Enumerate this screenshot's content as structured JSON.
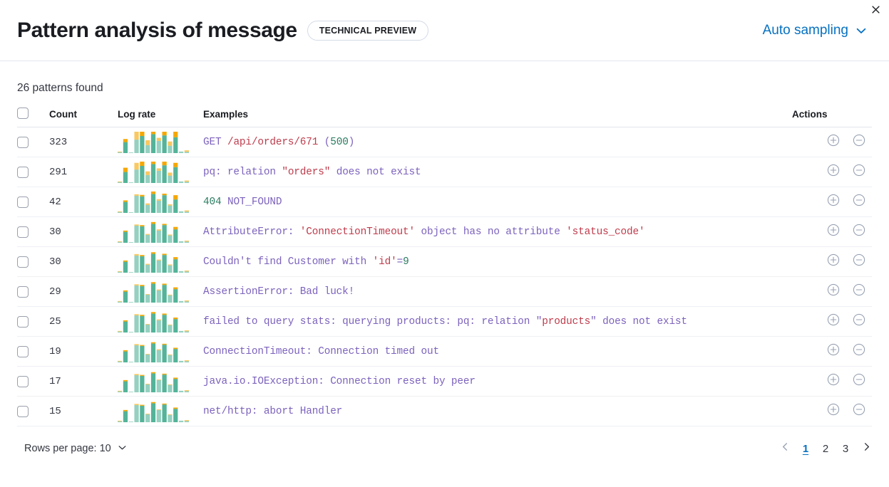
{
  "header": {
    "title": "Pattern analysis of message",
    "badge": "TECHNICAL PREVIEW",
    "sampling_label": "Auto sampling",
    "chevron_icon": "chevron-down-icon",
    "close_icon": "close-icon"
  },
  "summary": {
    "patterns_found": "26 patterns found"
  },
  "table": {
    "columns": {
      "select": "",
      "count": "Count",
      "log_rate": "Log rate",
      "examples": "Examples",
      "actions": "Actions"
    },
    "rows": [
      {
        "count": "323",
        "example_plain": "GET /api/orders/671 (500)",
        "tokens": [
          {
            "t": "GET ",
            "c": "p"
          },
          {
            "t": "/api/orders/671",
            "c": "r"
          },
          {
            "t": " (",
            "c": "p"
          },
          {
            "t": "500",
            "c": "g"
          },
          {
            "t": ")",
            "c": "p"
          }
        ],
        "spark": {
          "base": [
            3,
            36,
            2,
            44,
            56,
            26,
            62,
            40,
            58,
            24,
            52,
            5,
            4
          ],
          "accent": [
            2,
            10,
            0,
            34,
            22,
            16,
            28,
            10,
            24,
            14,
            34,
            0,
            5
          ],
          "dim": [
            1,
            0,
            1,
            1,
            0,
            1,
            0,
            1,
            0,
            1,
            0,
            1,
            1
          ]
        }
      },
      {
        "count": "291",
        "example_plain": "pq: relation \"orders\" does not exist",
        "tokens": [
          {
            "t": "pq: relation ",
            "c": "p"
          },
          {
            "t": "\"orders\"",
            "c": "r"
          },
          {
            "t": " does not exist",
            "c": "p"
          }
        ],
        "spark": {
          "base": [
            3,
            36,
            2,
            44,
            56,
            26,
            62,
            40,
            58,
            24,
            52,
            5,
            4
          ],
          "accent": [
            2,
            14,
            0,
            22,
            20,
            12,
            20,
            8,
            18,
            10,
            14,
            0,
            4
          ],
          "dim": [
            1,
            0,
            1,
            1,
            0,
            1,
            0,
            1,
            0,
            1,
            0,
            1,
            1
          ]
        }
      },
      {
        "count": "42",
        "example_plain": "404 NOT_FOUND",
        "tokens": [
          {
            "t": "404",
            "c": "g"
          },
          {
            "t": " NOT_FOUND",
            "c": "p"
          }
        ],
        "spark": {
          "base": [
            3,
            36,
            2,
            56,
            54,
            26,
            62,
            40,
            58,
            24,
            44,
            5,
            4
          ],
          "accent": [
            2,
            5,
            0,
            5,
            5,
            5,
            9,
            5,
            5,
            4,
            14,
            0,
            4
          ],
          "dim": [
            1,
            0,
            1,
            1,
            0,
            1,
            0,
            1,
            0,
            1,
            0,
            1,
            1
          ]
        }
      },
      {
        "count": "30",
        "example_plain": "AttributeError: 'ConnectionTimeout' object has no attribute 'status_code'",
        "tokens": [
          {
            "t": "AttributeError: ",
            "c": "p"
          },
          {
            "t": "'ConnectionTimeout'",
            "c": "r"
          },
          {
            "t": " object has no attribute ",
            "c": "p"
          },
          {
            "t": "'status_code'",
            "c": "r"
          }
        ],
        "spark": {
          "base": [
            3,
            36,
            2,
            56,
            54,
            26,
            62,
            40,
            58,
            24,
            44,
            5,
            4
          ],
          "accent": [
            2,
            4,
            0,
            4,
            4,
            3,
            6,
            4,
            4,
            3,
            8,
            0,
            3
          ],
          "dim": [
            1,
            0,
            1,
            1,
            0,
            1,
            0,
            1,
            0,
            1,
            0,
            1,
            1
          ]
        }
      },
      {
        "count": "30",
        "example_plain": "Couldn't find Customer with 'id'=9",
        "tokens": [
          {
            "t": "Couldn't find Customer with ",
            "c": "p"
          },
          {
            "t": "'id'",
            "c": "r"
          },
          {
            "t": "=",
            "c": "p"
          },
          {
            "t": "9",
            "c": "g"
          }
        ],
        "spark": {
          "base": [
            3,
            36,
            2,
            56,
            54,
            26,
            62,
            40,
            58,
            24,
            44,
            5,
            4
          ],
          "accent": [
            2,
            4,
            0,
            5,
            4,
            3,
            5,
            3,
            4,
            3,
            7,
            0,
            3
          ],
          "dim": [
            1,
            0,
            1,
            1,
            0,
            1,
            0,
            1,
            0,
            1,
            0,
            1,
            1
          ]
        }
      },
      {
        "count": "29",
        "example_plain": "AssertionError: Bad luck!",
        "tokens": [
          {
            "t": "AssertionError: Bad luck!",
            "c": "p"
          }
        ],
        "spark": {
          "base": [
            3,
            36,
            2,
            56,
            54,
            26,
            62,
            40,
            58,
            24,
            44,
            5,
            4
          ],
          "accent": [
            2,
            4,
            0,
            4,
            4,
            2,
            5,
            3,
            4,
            2,
            6,
            0,
            3
          ],
          "dim": [
            1,
            0,
            1,
            1,
            0,
            1,
            0,
            1,
            0,
            1,
            0,
            1,
            1
          ]
        }
      },
      {
        "count": "25",
        "example_plain": "failed to query stats: querying products: pq: relation \"products\" does not exist",
        "tokens": [
          {
            "t": "failed to query stats: querying products: pq: relation ",
            "c": "p"
          },
          {
            "t": "\"",
            "c": "p"
          },
          {
            "t": "products",
            "c": "r"
          },
          {
            "t": "\"",
            "c": "p"
          },
          {
            "t": " does not exist",
            "c": "p"
          }
        ],
        "spark": {
          "base": [
            3,
            36,
            2,
            56,
            54,
            26,
            62,
            40,
            58,
            24,
            44,
            5,
            4
          ],
          "accent": [
            2,
            4,
            0,
            4,
            4,
            2,
            5,
            3,
            4,
            2,
            5,
            0,
            3
          ],
          "dim": [
            1,
            0,
            1,
            1,
            0,
            1,
            0,
            1,
            0,
            1,
            0,
            1,
            1
          ]
        }
      },
      {
        "count": "19",
        "example_plain": "ConnectionTimeout: Connection timed out",
        "tokens": [
          {
            "t": "ConnectionTimeout: Connection timed out",
            "c": "p"
          }
        ],
        "spark": {
          "base": [
            3,
            36,
            2,
            56,
            54,
            26,
            62,
            40,
            58,
            24,
            44,
            5,
            4
          ],
          "accent": [
            2,
            4,
            0,
            4,
            3,
            2,
            4,
            3,
            3,
            2,
            4,
            0,
            3
          ],
          "dim": [
            1,
            0,
            1,
            1,
            0,
            1,
            0,
            1,
            0,
            1,
            0,
            1,
            1
          ]
        }
      },
      {
        "count": "17",
        "example_plain": "java.io.IOException: Connection reset by peer",
        "tokens": [
          {
            "t": "java.io.IOException: Connection reset by peer",
            "c": "p"
          }
        ],
        "spark": {
          "base": [
            3,
            36,
            2,
            56,
            54,
            26,
            62,
            40,
            58,
            24,
            44,
            5,
            4
          ],
          "accent": [
            2,
            4,
            0,
            4,
            3,
            2,
            4,
            2,
            3,
            2,
            4,
            0,
            3
          ],
          "dim": [
            1,
            0,
            1,
            1,
            0,
            1,
            0,
            1,
            0,
            1,
            0,
            1,
            1
          ]
        }
      },
      {
        "count": "15",
        "example_plain": "net/http: abort Handler",
        "tokens": [
          {
            "t": "net/http: abort Handler",
            "c": "p"
          }
        ],
        "spark": {
          "base": [
            3,
            36,
            2,
            56,
            54,
            26,
            62,
            40,
            58,
            24,
            44,
            5,
            4
          ],
          "accent": [
            2,
            4,
            0,
            4,
            3,
            2,
            4,
            2,
            3,
            2,
            4,
            0,
            3
          ],
          "dim": [
            1,
            0,
            1,
            1,
            0,
            1,
            0,
            1,
            0,
            1,
            0,
            1,
            1
          ]
        }
      }
    ],
    "row_action_add_icon": "plus-in-circle-icon",
    "row_action_remove_icon": "minus-in-circle-icon"
  },
  "footer": {
    "rows_per_page_label": "Rows per page: 10",
    "rows_per_page_chevron": "chevron-down-icon",
    "prev_icon": "chevron-left-icon",
    "next_icon": "chevron-right-icon",
    "pages": [
      "1",
      "2",
      "3"
    ],
    "active_page": "1"
  },
  "colors": {
    "accent_blue": "#0671c0",
    "spark_base": "#54b399",
    "spark_accent": "#f5a700",
    "token_purple": "#7c62bd",
    "token_red": "#bd3c4c",
    "token_green": "#2a7b5f"
  }
}
